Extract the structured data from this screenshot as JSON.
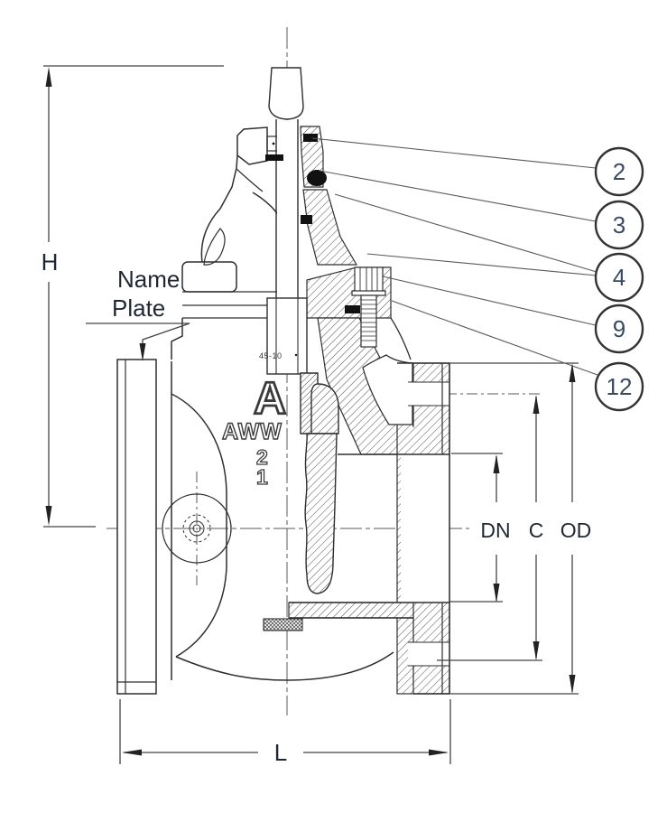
{
  "drawing": {
    "type": "gate-valve-sectional-drawing",
    "dimensions": {
      "height_label": "H",
      "face_to_face_label": "L",
      "bore_label": "DN",
      "bolt_circle_label": "C",
      "outer_diameter_label": "OD"
    },
    "name_plate": {
      "line1": "Name",
      "line2": "Plate"
    },
    "balloons": [
      {
        "label": "2"
      },
      {
        "label": "3"
      },
      {
        "label": "4"
      },
      {
        "label": "9"
      },
      {
        "label": "12"
      }
    ],
    "cast_markings": {
      "logo": "A",
      "standard": "AWW",
      "figure": "2",
      "row": "1",
      "code": "45-10"
    },
    "colors": {
      "line": "#2e2e2e",
      "dimension": "#444444",
      "balloon_text": "#3a4a61",
      "background": "#ffffff"
    }
  }
}
